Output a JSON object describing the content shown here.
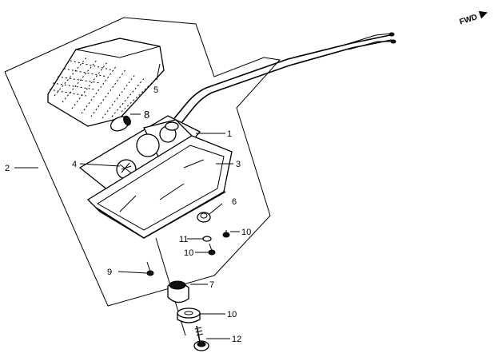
{
  "diagram": {
    "direction_label": "FWD",
    "callouts": [
      {
        "id": "c1",
        "text": "1"
      },
      {
        "id": "c2",
        "text": "2"
      },
      {
        "id": "c3",
        "text": "3"
      },
      {
        "id": "c4",
        "text": "4"
      },
      {
        "id": "c5",
        "text": "5"
      },
      {
        "id": "c6",
        "text": "6"
      },
      {
        "id": "c7",
        "text": "7"
      },
      {
        "id": "c8",
        "text": "8"
      },
      {
        "id": "c9",
        "text": "9"
      },
      {
        "id": "c10a",
        "text": "10"
      },
      {
        "id": "c10b",
        "text": "10"
      },
      {
        "id": "c10c",
        "text": "10"
      },
      {
        "id": "c11",
        "text": "11"
      },
      {
        "id": "c12",
        "text": "12"
      }
    ]
  }
}
